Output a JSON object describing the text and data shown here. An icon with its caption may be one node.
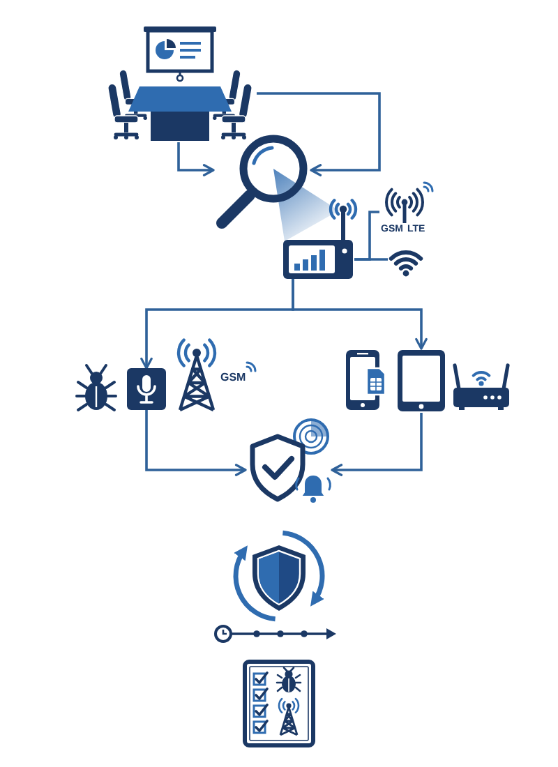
{
  "diagram": {
    "nodes": [
      {
        "text": [],
        "shape": "picture"
      },
      {
        "text": [],
        "shape": "picture"
      },
      {
        "text": [],
        "shape": "picture"
      },
      {
        "text": [],
        "shape": "picture",
        "beside": [
          "GSM",
          "LTE"
        ]
      },
      {
        "text": [],
        "shape": "picture"
      },
      {
        "text": [],
        "shape": "picture"
      },
      {
        "text": [],
        "shape": "picture"
      },
      {
        "text": [],
        "shape": "picture",
        "beside": [
          "GSM"
        ]
      },
      {
        "text": [],
        "shape": "picture"
      },
      {
        "text": [],
        "shape": "picture"
      },
      {
        "text": [],
        "shape": "picture"
      },
      {
        "text": [],
        "shape": "picture"
      },
      {
        "text": [],
        "shape": "picture"
      },
      {
        "text": [],
        "shape": "picture"
      },
      {
        "text": [],
        "shape": "picture"
      }
    ],
    "edges": [
      {
        "from": 0,
        "to": 1,
        "arrow": "to"
      },
      {
        "from": 0,
        "to": 1,
        "arrow": "to"
      },
      {
        "from": 2,
        "to": 3,
        "arrow": "none"
      },
      {
        "from": 2,
        "to": 4,
        "arrow": "none"
      },
      {
        "from": 2,
        "to": 6,
        "arrow": "to"
      },
      {
        "from": 2,
        "to": 9,
        "arrow": "to"
      },
      {
        "from": 6,
        "to": 11,
        "arrow": "to"
      },
      {
        "from": 9,
        "to": 11,
        "arrow": "to"
      }
    ]
  }
}
